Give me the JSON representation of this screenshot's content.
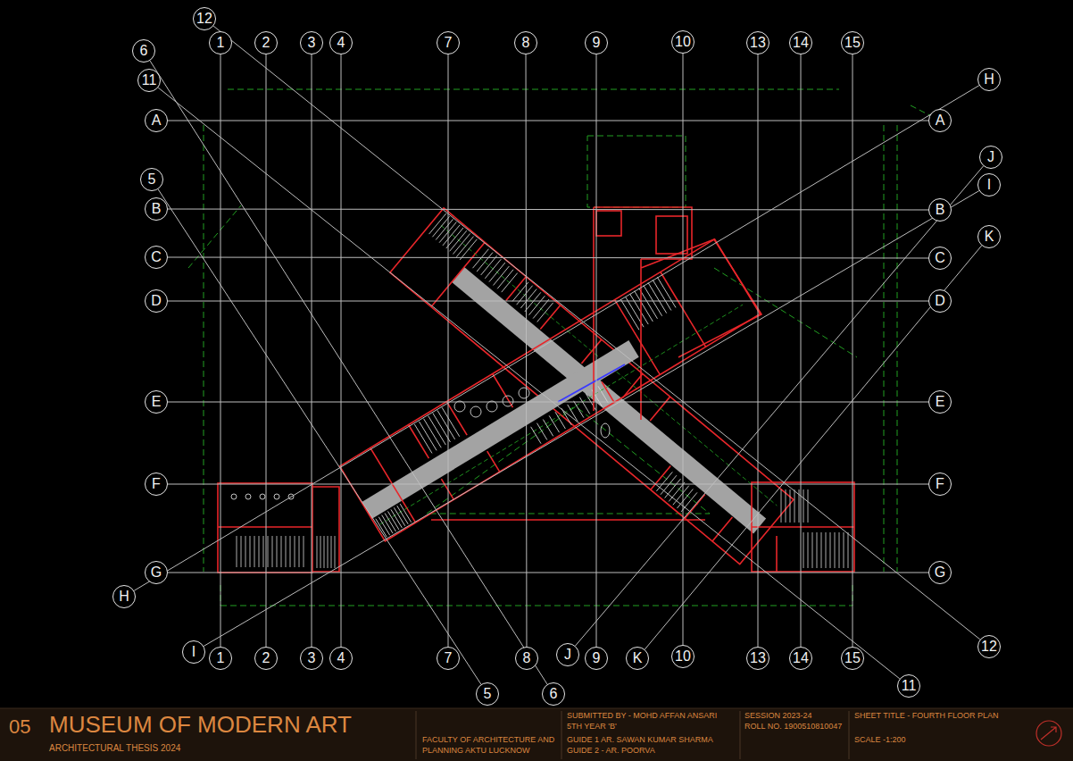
{
  "diagram": {
    "title": "MUSEUM OF MODERN ART",
    "nodes": [
      {
        "text": [
          "1"
        ]
      },
      {
        "text": [
          "2"
        ]
      },
      {
        "text": [
          "3"
        ]
      },
      {
        "text": [
          "4"
        ]
      },
      {
        "text": [
          "7"
        ]
      },
      {
        "text": [
          "8"
        ]
      },
      {
        "text": [
          "9"
        ]
      },
      {
        "text": [
          "10"
        ]
      },
      {
        "text": [
          "13"
        ]
      },
      {
        "text": [
          "14"
        ]
      },
      {
        "text": [
          "15"
        ]
      },
      {
        "text": [
          "1"
        ]
      },
      {
        "text": [
          "2"
        ]
      },
      {
        "text": [
          "3"
        ]
      },
      {
        "text": [
          "4"
        ]
      },
      {
        "text": [
          "7"
        ]
      },
      {
        "text": [
          "8"
        ]
      },
      {
        "text": [
          "J"
        ]
      },
      {
        "text": [
          "9"
        ]
      },
      {
        "text": [
          "K"
        ]
      },
      {
        "text": [
          "10"
        ]
      },
      {
        "text": [
          "13"
        ]
      },
      {
        "text": [
          "14"
        ]
      },
      {
        "text": [
          "15"
        ]
      },
      {
        "text": [
          "A"
        ]
      },
      {
        "text": [
          "B"
        ]
      },
      {
        "text": [
          "C"
        ]
      },
      {
        "text": [
          "D"
        ]
      },
      {
        "text": [
          "E"
        ]
      },
      {
        "text": [
          "F"
        ]
      },
      {
        "text": [
          "G"
        ]
      },
      {
        "text": [
          "A"
        ]
      },
      {
        "text": [
          "B"
        ]
      },
      {
        "text": [
          "C"
        ]
      },
      {
        "text": [
          "D"
        ]
      },
      {
        "text": [
          "E"
        ]
      },
      {
        "text": [
          "F"
        ]
      },
      {
        "text": [
          "G"
        ]
      },
      {
        "text": [
          "12"
        ]
      },
      {
        "text": [
          "6"
        ]
      },
      {
        "text": [
          "11"
        ]
      },
      {
        "text": [
          "5"
        ]
      },
      {
        "text": [
          "H"
        ]
      },
      {
        "text": [
          "J"
        ]
      },
      {
        "text": [
          "I"
        ]
      },
      {
        "text": [
          "K"
        ]
      },
      {
        "text": [
          "H"
        ]
      },
      {
        "text": [
          "I"
        ]
      },
      {
        "text": [
          "5"
        ]
      },
      {
        "text": [
          "6"
        ]
      },
      {
        "text": [
          "12"
        ]
      },
      {
        "text": [
          "11"
        ]
      }
    ],
    "edges": [
      {
        "from": 0,
        "to": 11,
        "arrow": "none"
      },
      {
        "from": 1,
        "to": 12,
        "arrow": "none"
      },
      {
        "from": 2,
        "to": 13,
        "arrow": "none"
      },
      {
        "from": 3,
        "to": 14,
        "arrow": "none"
      },
      {
        "from": 4,
        "to": 15,
        "arrow": "none"
      },
      {
        "from": 5,
        "to": 16,
        "arrow": "none"
      },
      {
        "from": 6,
        "to": 18,
        "arrow": "none"
      },
      {
        "from": 7,
        "to": 20,
        "arrow": "none"
      },
      {
        "from": 8,
        "to": 21,
        "arrow": "none"
      },
      {
        "from": 9,
        "to": 22,
        "arrow": "none"
      },
      {
        "from": 10,
        "to": 23,
        "arrow": "none"
      },
      {
        "from": 24,
        "to": 31,
        "arrow": "none"
      },
      {
        "from": 25,
        "to": 32,
        "arrow": "none"
      },
      {
        "from": 26,
        "to": 33,
        "arrow": "none"
      },
      {
        "from": 27,
        "to": 34,
        "arrow": "none"
      },
      {
        "from": 28,
        "to": 35,
        "arrow": "none"
      },
      {
        "from": 29,
        "to": 36,
        "arrow": "none"
      },
      {
        "from": 30,
        "to": 37,
        "arrow": "none"
      },
      {
        "from": 38,
        "to": 50,
        "arrow": "none"
      },
      {
        "from": 39,
        "to": 49,
        "arrow": "none"
      },
      {
        "from": 40,
        "to": 51,
        "arrow": "none"
      },
      {
        "from": 41,
        "to": 48,
        "arrow": "none"
      },
      {
        "from": 42,
        "to": 46,
        "arrow": "none"
      },
      {
        "from": 43,
        "to": 17,
        "arrow": "none"
      },
      {
        "from": 44,
        "to": 47,
        "arrow": "none"
      },
      {
        "from": 45,
        "to": 19,
        "arrow": "none"
      }
    ],
    "labels": [
      "05",
      "ARCHITECTURAL THESIS 2024",
      "FACULTY OF ARCHITECTURE AND PLANNING AKTU LUCKNOW",
      "SUBMITTED BY - MOHD AFFAN ANSARI",
      "5TH YEAR 'B'",
      "GUIDE 1 AR. SAWAN KUMAR SHARMA",
      "GUIDE 2 - AR. POORVA",
      "SESSION 2023-24",
      "ROLL NO. 1900510810047",
      "SHEET TITLE - FOURTH FLOOR PLAN",
      "SCALE -1:200"
    ]
  }
}
